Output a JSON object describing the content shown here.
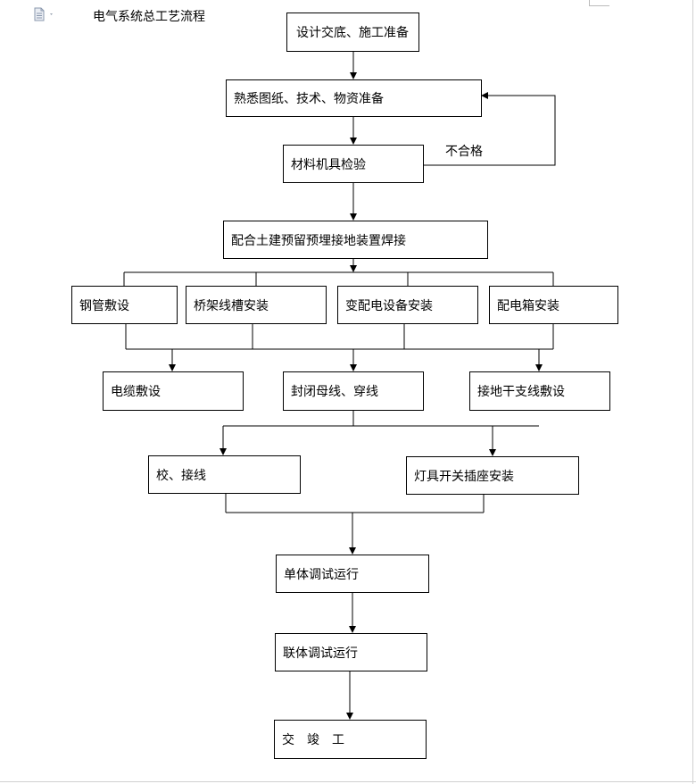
{
  "document": {
    "title": "电气系统总工艺流程"
  },
  "icons": {
    "document": "document-icon",
    "dropdown": "chevron-down-icon"
  },
  "flow": {
    "design": "设计交底、施工准备",
    "familiarize": "熟悉图纸、技术、物资准备",
    "inspection": "材料机具检验",
    "reject": "不合格",
    "embed": "配合土建预留预埋接地装置焊接",
    "steel_pipe": "钢管敷设",
    "cable_tray": "桥架线槽安装",
    "substation": "变配电设备安装",
    "dist_box": "配电箱安装",
    "cable": "电缆敷设",
    "busway": "封闭母线、穿线",
    "grounding": "接地干支线敷设",
    "wiring": "校、接线",
    "fixtures": "灯具开关插座安装",
    "unit_test": "单体调试运行",
    "joint_test": "联体调试运行",
    "handover": "交　竣　工"
  }
}
